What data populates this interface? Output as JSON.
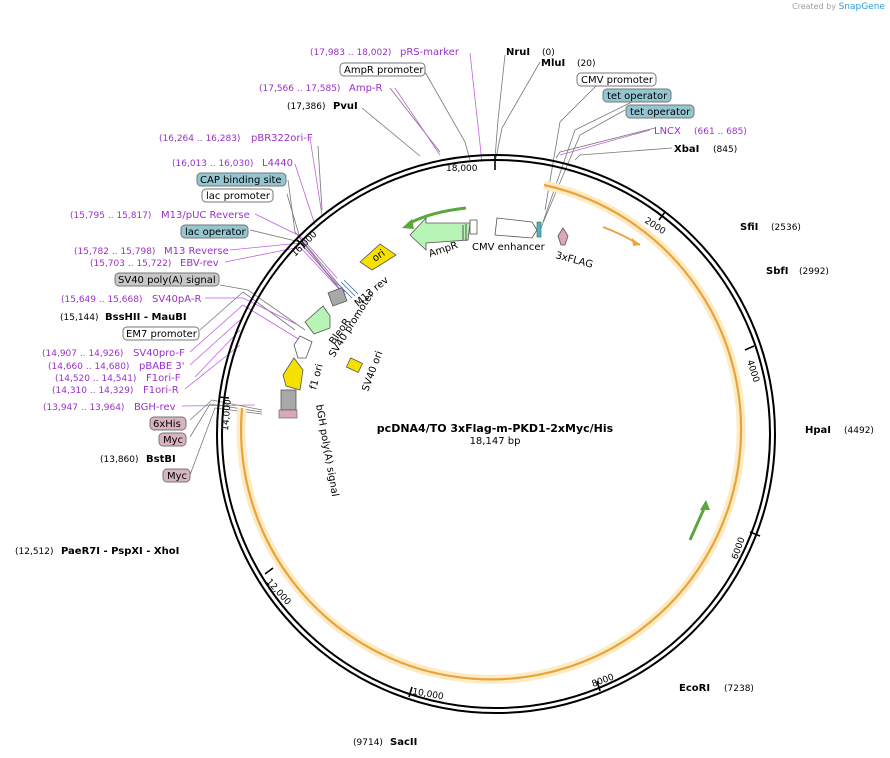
{
  "brand": {
    "created_by": "Created by",
    "name": "SnapGene"
  },
  "plasmid": {
    "name": "pcDNA4/TO 3xFlag-m-PKD1-2xMyc/His",
    "size": "18,147 bp"
  },
  "ticks": [
    "2000",
    "4000",
    "6000",
    "8000",
    "10,000",
    "12,000",
    "14,000",
    "16,000",
    "18,000"
  ],
  "enzymes": [
    {
      "name": "NruI",
      "pos": "(0)"
    },
    {
      "name": "MluI",
      "pos": "(20)"
    },
    {
      "name": "XbaI",
      "pos": "(845)"
    },
    {
      "name": "SfiI",
      "pos": "(2536)"
    },
    {
      "name": "SbfI",
      "pos": "(2992)"
    },
    {
      "name": "HpaI",
      "pos": "(4492)"
    },
    {
      "name": "EcoRI",
      "pos": "(7238)"
    },
    {
      "name": "SacII",
      "pos": "(9714)"
    },
    {
      "name": "PaeR7I - PspXI - XhoI",
      "pos": "(12,512)"
    },
    {
      "name": "BstBI",
      "pos": "(13,860)"
    },
    {
      "name": "BssHII - MauBI",
      "pos": "(15,144)"
    },
    {
      "name": "PvuI",
      "pos": "(17,386)"
    }
  ],
  "primers": [
    {
      "name": "pRS-marker",
      "pos": "(17,983 .. 18,002)"
    },
    {
      "name": "Amp-R",
      "pos": "(17,566 .. 17,585)"
    },
    {
      "name": "pBR322ori-F",
      "pos": "(16,264 .. 16,283)"
    },
    {
      "name": "L4440",
      "pos": "(16,013 .. 16,030)"
    },
    {
      "name": "M13/pUC Reverse",
      "pos": "(15,795 .. 15,817)"
    },
    {
      "name": "M13 Reverse",
      "pos": "(15,782 .. 15,798)"
    },
    {
      "name": "EBV-rev",
      "pos": "(15,703 .. 15,722)"
    },
    {
      "name": "SV40pA-R",
      "pos": "(15,649 .. 15,668)"
    },
    {
      "name": "SV40pro-F",
      "pos": "(14,907 .. 14,926)"
    },
    {
      "name": "pBABE 3'",
      "pos": "(14,660 .. 14,680)"
    },
    {
      "name": "F1ori-F",
      "pos": "(14,520 .. 14,541)"
    },
    {
      "name": "F1ori-R",
      "pos": "(14,310 .. 14,329)"
    },
    {
      "name": "BGH-rev",
      "pos": "(13,947 .. 13,964)"
    },
    {
      "name": "LNCX",
      "pos": "(661 .. 685)"
    }
  ],
  "boxed": [
    {
      "label": "AmpR promoter",
      "fill": "#ffffff"
    },
    {
      "label": "CMV promoter",
      "fill": "#ffffff"
    },
    {
      "label": "tet operator",
      "fill": "#93c6d0"
    },
    {
      "label": "tet operator",
      "fill": "#93c6d0"
    },
    {
      "label": "CAP binding site",
      "fill": "#93c6d0"
    },
    {
      "label": "lac promoter",
      "fill": "#ffffff"
    },
    {
      "label": "lac operator",
      "fill": "#93c6d0"
    },
    {
      "label": "SV40 poly(A) signal",
      "fill": "#c8c8c8"
    },
    {
      "label": "EM7 promoter",
      "fill": "#ffffff"
    },
    {
      "label": "6xHis",
      "fill": "#d9b3c0"
    },
    {
      "label": "Myc",
      "fill": "#d9b3c0"
    },
    {
      "label": "Myc",
      "fill": "#d9b3c0"
    }
  ],
  "inner_labels": [
    "AmpR",
    "CMV enhancer",
    "3xFLAG",
    "ori",
    "M13 rev",
    "BleoR",
    "SV40 promoter",
    "SV40 ori",
    "f1 ori",
    "bGH poly(A) signal"
  ],
  "colors": {
    "backbone": "#000000",
    "orf": "#e8a33d",
    "orf_glow": "#fdebc4",
    "primer": "#9b30c8",
    "marker": "#b6f5b6",
    "origin": "#f5e000",
    "regulatory": "#ffffff",
    "terminator": "#a8a8a8",
    "tag": "#d9a7b6",
    "misc_feature": "#93c6d0"
  }
}
